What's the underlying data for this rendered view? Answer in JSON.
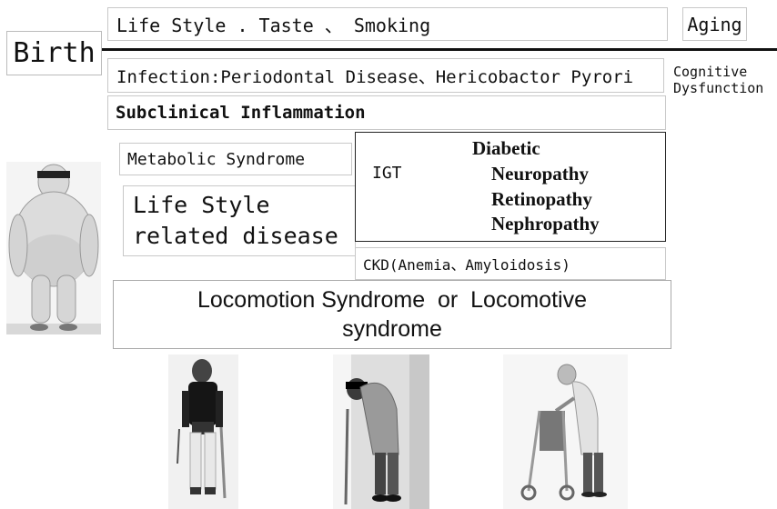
{
  "labels": {
    "birth": "Birth",
    "lifestyle_taste": "Life Style . Taste 、 Smoking",
    "aging": "Aging",
    "infection": "Infection:Periodontal Disease、Hericobactor Pyrori",
    "cognitive_line1": "Cognitive",
    "cognitive_line2": "Dysfunction",
    "subclinical": "Subclinical Inflammation",
    "metabolic": "Metabolic Syndrome",
    "lifestyle_disease_line1": "Life Style",
    "lifestyle_disease_line2": "related disease",
    "igt": "IGT",
    "diabetic": "Diabetic",
    "neuropathy": "Neuropathy",
    "retinopathy": "Retinopathy",
    "nephropathy": "Nephropathy",
    "ckd": "CKD(Anemia、Amyloidosis)",
    "locomotion_line1": "Locomotion Syndrome  or  Locomotive",
    "locomotion_line2": "syndrome"
  },
  "colors": {
    "border": "#c8c8c8",
    "timeline": "#111111",
    "photo_bg": "#efefef"
  }
}
